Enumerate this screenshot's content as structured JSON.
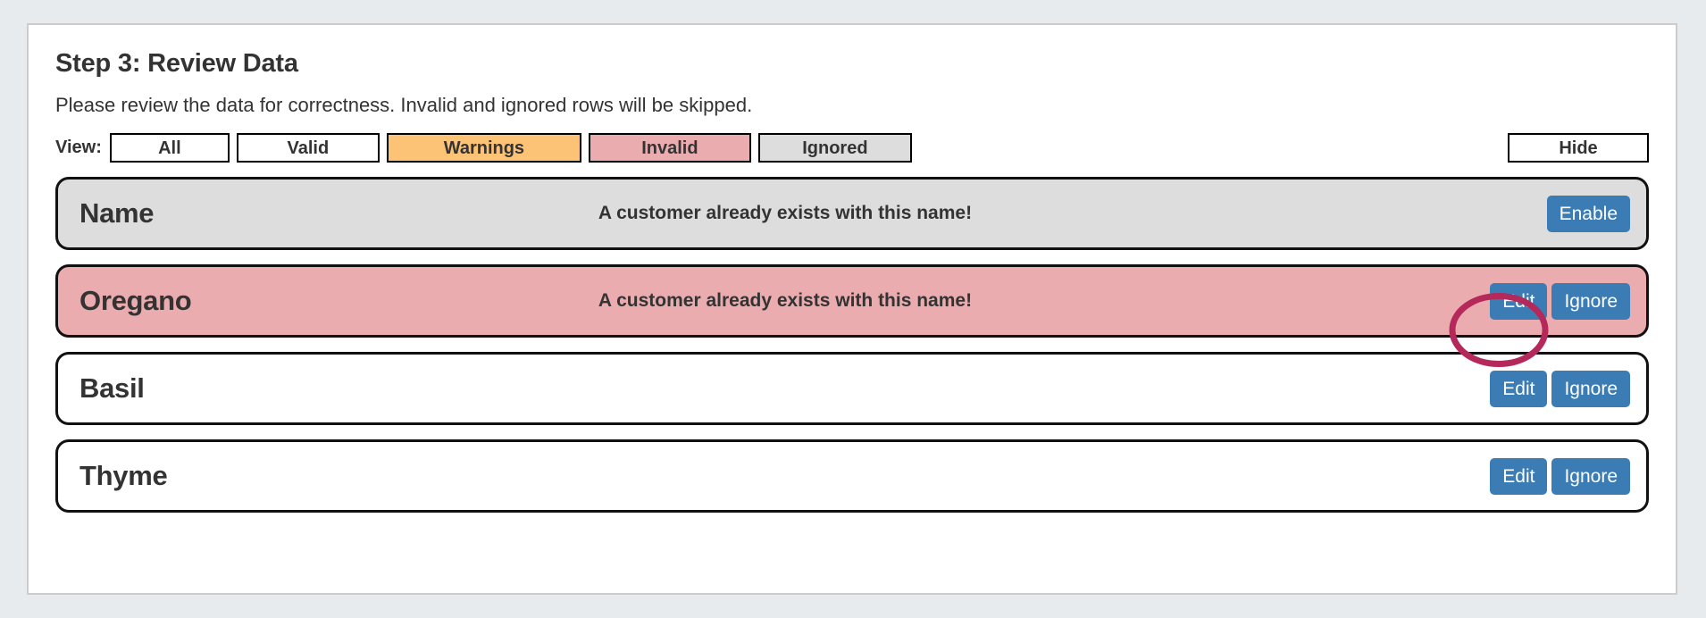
{
  "page": {
    "title": "Step 3: Review Data",
    "subtitle": "Please review the data for correctness. Invalid and ignored rows will be skipped."
  },
  "filter_bar": {
    "label": "View:",
    "buttons": [
      {
        "label": "All",
        "state": "default"
      },
      {
        "label": "Valid",
        "state": "default"
      },
      {
        "label": "Warnings",
        "state": "warning"
      },
      {
        "label": "Invalid",
        "state": "invalid"
      },
      {
        "label": "Ignored",
        "state": "ignored"
      }
    ],
    "hide_label": "Hide"
  },
  "rows": [
    {
      "name": "Name",
      "message": "A customer already exists with this name!",
      "tone": "ignored",
      "actions": [
        "Enable"
      ]
    },
    {
      "name": "Oregano",
      "message": "A customer already exists with this name!",
      "tone": "invalid",
      "actions": [
        "Edit",
        "Ignore"
      ]
    },
    {
      "name": "Basil",
      "message": "",
      "tone": "default",
      "actions": [
        "Edit",
        "Ignore"
      ]
    },
    {
      "name": "Thyme",
      "message": "",
      "tone": "default",
      "actions": [
        "Edit",
        "Ignore"
      ]
    }
  ],
  "colors": {
    "page_background": "#e8ebed",
    "card_background": "#ffffff",
    "card_border": "#cccccc",
    "text": "#333333",
    "warning": "#fcc276",
    "invalid": "#ebacaf",
    "ignored": "#dddddd",
    "action_blue": "#3b7cb5",
    "annotation": "#b5295a"
  },
  "annotation": {
    "shape": "ellipse",
    "target": "Edit"
  }
}
